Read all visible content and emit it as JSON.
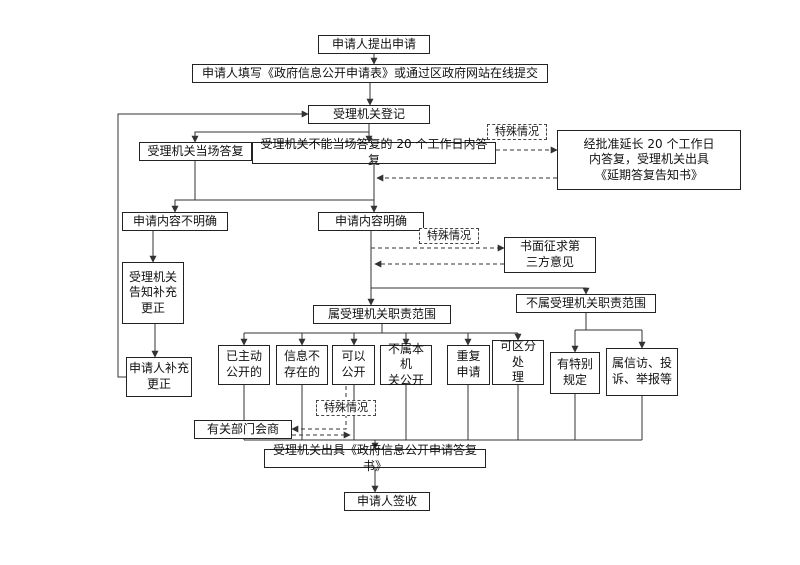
{
  "colors": {
    "line": "#333333",
    "box_border": "#222222",
    "background": "#ffffff",
    "text": "#111111"
  },
  "nodes": {
    "start": "申请人提出申请",
    "fill_form": "申请人填写《政府信息公开申请表》或通过区政府网站在线提交",
    "register": "受理机关登记",
    "onspot_reply": "受理机关当场答复",
    "not_onspot_reply": "受理机关不能当场答复的 20 个工作日内答复",
    "special_case_1": "特殊情况",
    "extension": "经批准延长 20 个工作日\n内答复，受理机关出具\n《延期答复告知书》",
    "unclear": "申请内容不明确",
    "clear": "申请内容明确",
    "special_case_2": "特殊情况",
    "third_party": "书面征求第\n三方意见",
    "notify_supplement": "受理机关\n告知补充\n更正",
    "in_scope": "属受理机关职责范围",
    "out_scope": "不属受理机关职责范围",
    "proactive_open": "已主动\n公开的",
    "not_exist": "信息不\n存在的",
    "can_open": "可以\n公开",
    "not_this_org": "不属本机\n关公开",
    "repeat_apply": "重复\n申请",
    "divisible": "可区分处\n理",
    "special_rule": "有特别\n规定",
    "petition": "属信访、投\n诉、举报等",
    "supplement": "申请人补充\n更正",
    "special_case_3": "特殊情况",
    "consult": "有关部门会商",
    "reply_doc": "受理机关出具《政府信息公开申请答复书》",
    "sign": "申请人签收"
  }
}
